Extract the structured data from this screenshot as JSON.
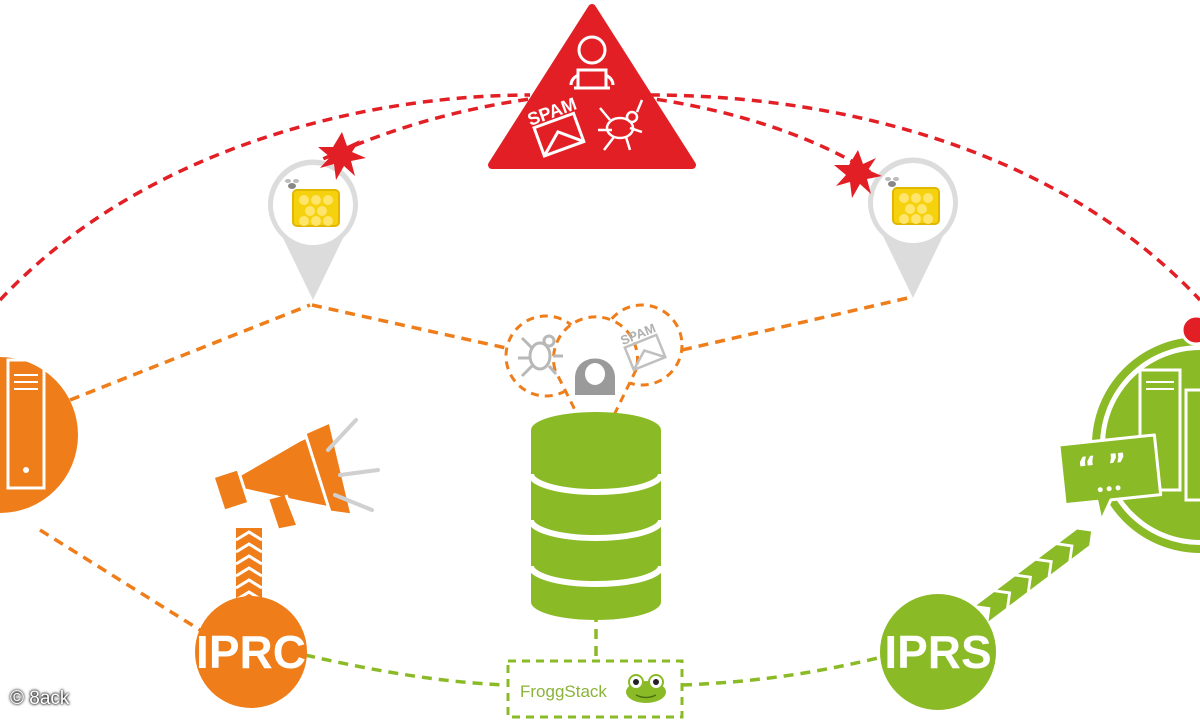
{
  "colors": {
    "red": "#e31f26",
    "orange": "#ee7d1a",
    "green": "#8bba27",
    "grey": "#d8d8d8",
    "honey": "#f5d10e"
  },
  "threat": {
    "icons": [
      "hacker-icon",
      "spam-envelope-icon",
      "bug-icon"
    ],
    "spam_word": "SPAM"
  },
  "honeypots": [
    {
      "icon": "honeycomb-icon"
    },
    {
      "icon": "honeycomb-icon"
    }
  ],
  "nodes": {
    "iprc": {
      "label": "IPRC"
    },
    "iprs": {
      "label": "IPRS"
    }
  },
  "center": {
    "icons": [
      "bug-icon",
      "hacker-icon",
      "spam-envelope-icon"
    ],
    "spam_word": "SPAM",
    "database_icon": "database-icon"
  },
  "froggstack": {
    "label": "FroggStack"
  },
  "speech_bubble": {
    "text": "“ ”",
    "dots": "•••"
  },
  "watermark": {
    "text": "© 8ack"
  }
}
